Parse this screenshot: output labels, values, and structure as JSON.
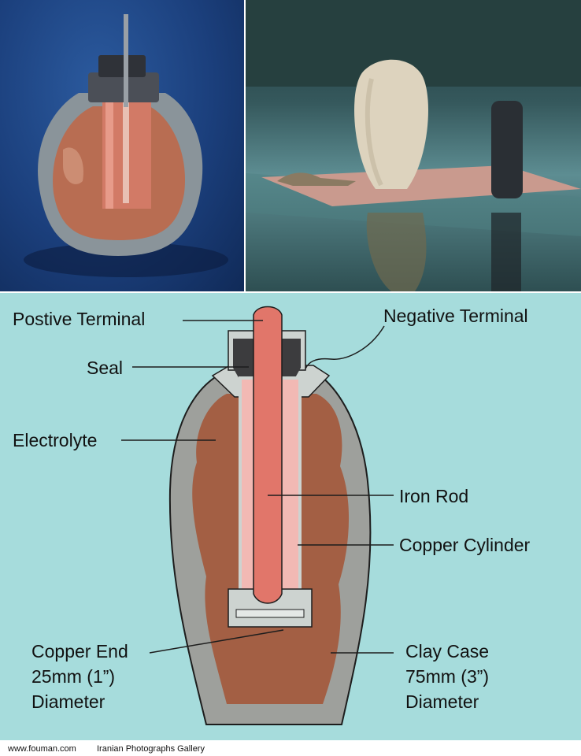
{
  "labels": {
    "positive_terminal": "Postive Terminal",
    "negative_terminal": "Negative Terminal",
    "seal": "Seal",
    "electrolyte": "Electrolyte",
    "iron_rod": "Iron Rod",
    "copper_cylinder": "Copper Cylinder",
    "copper_end": [
      "Copper End",
      "25mm (1”)",
      "Diameter"
    ],
    "clay_case": [
      "Clay Case",
      "75mm (3”)",
      "Diameter"
    ]
  },
  "footer": {
    "site": "www.fouman.com",
    "gallery": "Iranian Photographs Gallery"
  },
  "colors": {
    "panel_bg": "#a6dcdc",
    "clay": "#9ea09c",
    "clay_inner": "#cdd3d0",
    "electrolyte": "#a35f44",
    "copper_inner": "#f2b9b4",
    "iron_rod": "#e1766a",
    "seal": "#3c3c3e"
  }
}
